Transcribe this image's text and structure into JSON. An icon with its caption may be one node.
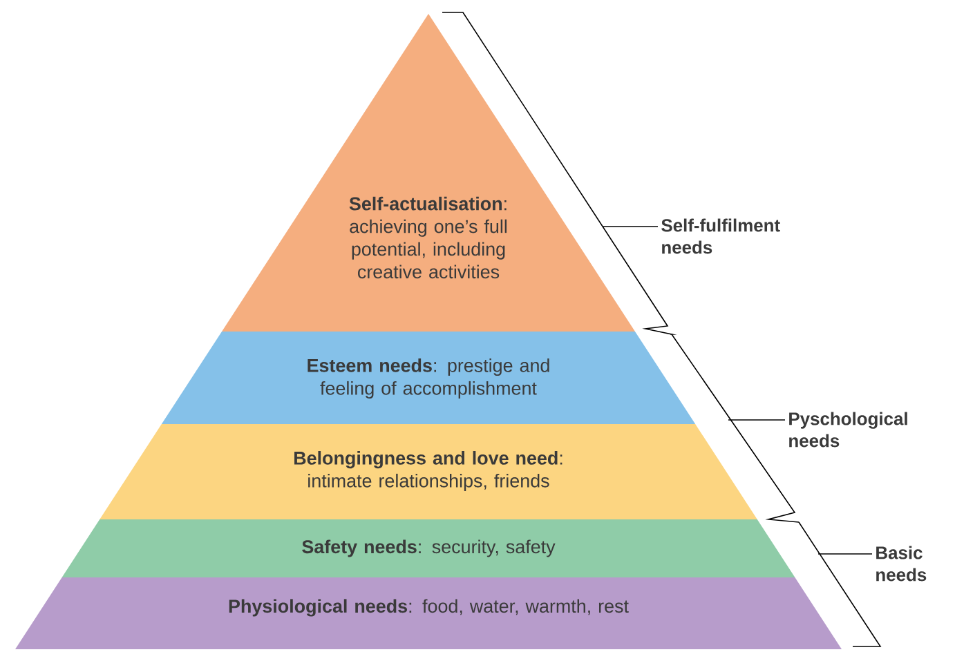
{
  "diagram": {
    "nodes": [
      {
        "text": [
          "**Self-actualisation**: achieving one’s full potential, including creative activities"
        ]
      },
      {
        "text": [
          "**Esteem needs**: prestige and feeling of accomplishment"
        ]
      },
      {
        "text": [
          "**Belongingness and love need**: intimate relationships, friends"
        ]
      },
      {
        "text": [
          "**Safety needs**: security, safety"
        ]
      },
      {
        "text": [
          "**Physiological needs**: food, water, warmth, rest"
        ]
      }
    ],
    "labels": [
      "Self-fulfilment needs",
      "Pyschological needs",
      "Basic needs"
    ]
  }
}
